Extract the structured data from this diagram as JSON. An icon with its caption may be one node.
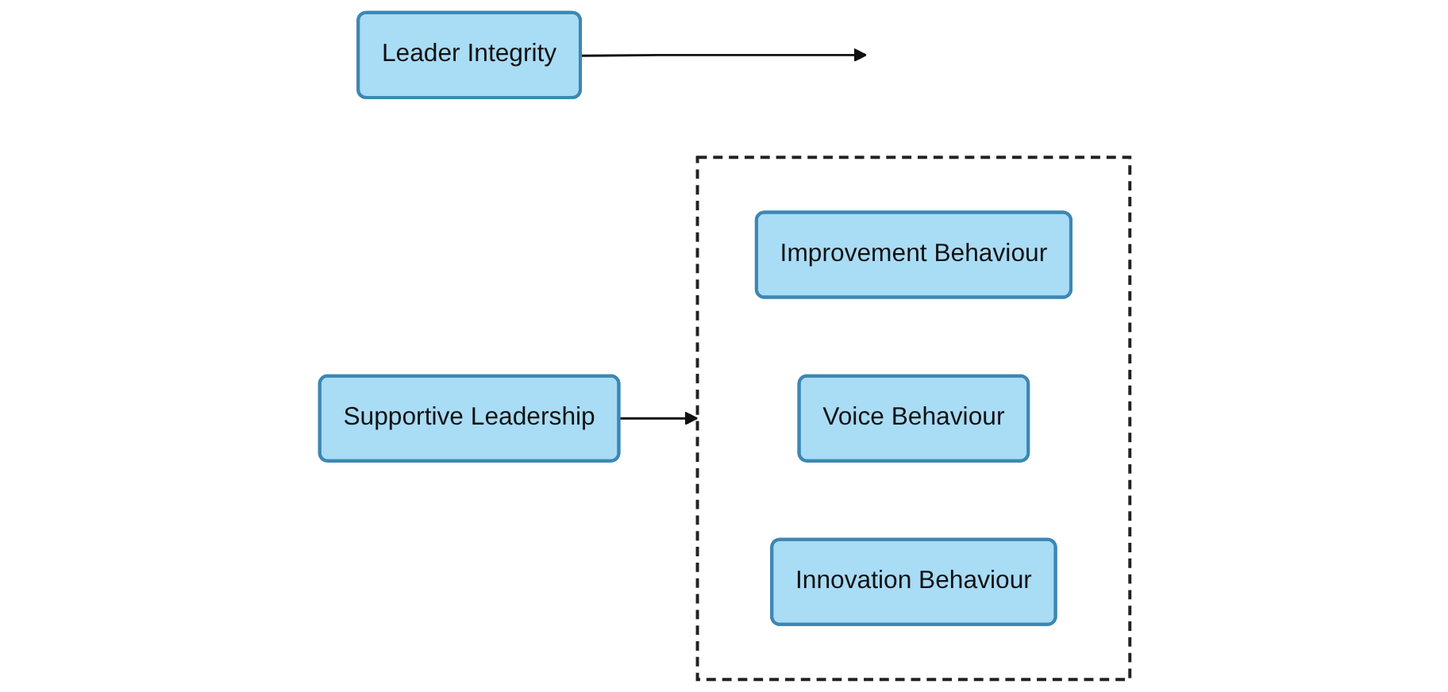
{
  "diagram": {
    "nodes": [
      {
        "text": [
          "Leader Integrity"
        ]
      },
      {
        "text": [
          "Supportive Leadership"
        ]
      },
      {
        "text": [],
        "shape": "box"
      },
      {
        "text": [
          "Improvement Behaviour"
        ],
        "in": 2
      },
      {
        "text": [
          "Voice Behaviour"
        ],
        "in": 2
      },
      {
        "text": [
          "Innovation Behaviour"
        ],
        "in": 2
      }
    ],
    "edges": [
      {
        "from": 1,
        "to": 2,
        "arrow": "to"
      },
      {
        "from": 0,
        "to": null,
        "arrow": "to"
      }
    ]
  }
}
